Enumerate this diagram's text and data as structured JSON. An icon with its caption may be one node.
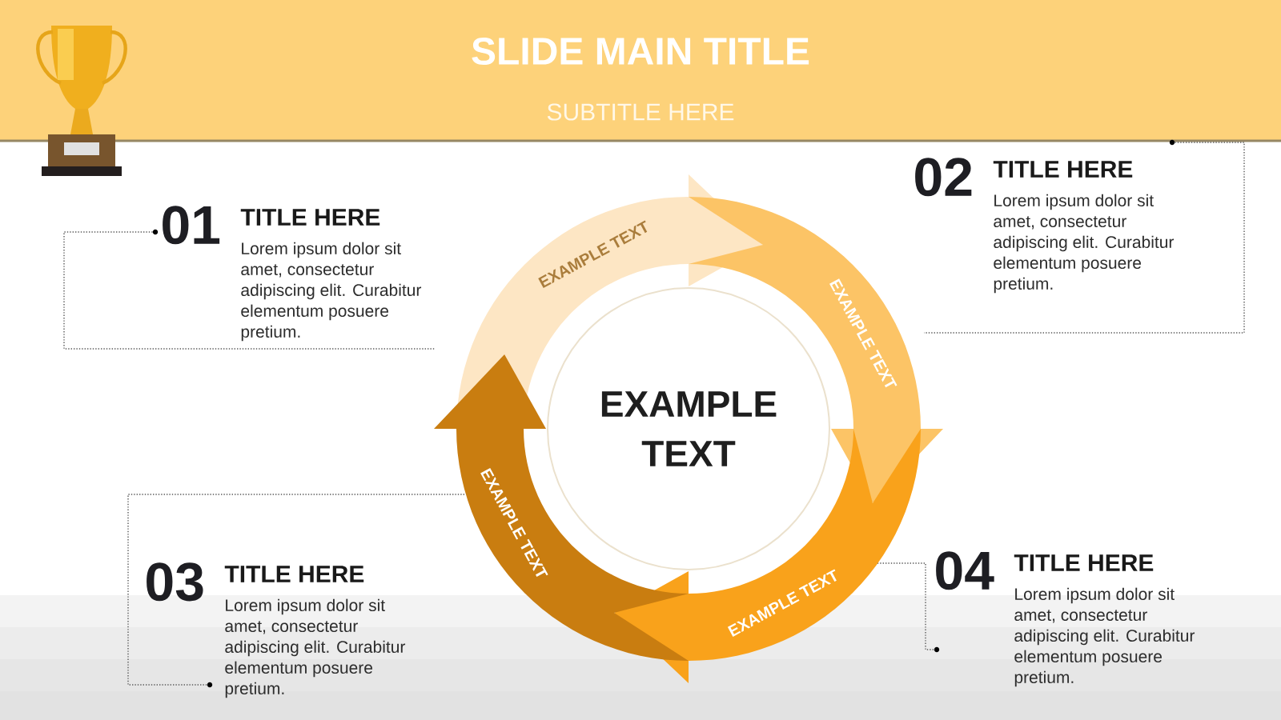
{
  "diagram": {
    "title": "SLIDE MAIN TITLE",
    "caption": "SUBTITLE HERE",
    "nodes": [
      {
        "text": [
          "EXAMPLE TEXT"
        ]
      },
      {
        "text": [
          "EXAMPLE TEXT"
        ]
      },
      {
        "text": [
          "EXAMPLE TEXT"
        ]
      },
      {
        "text": [
          "EXAMPLE TEXT"
        ]
      },
      {
        "text": [
          "EXAMPLE TEXT"
        ]
      },
      {
        "text": [
          "01",
          "TITLE HERE",
          "Lorem ipsum dolor sit amet, consectetur adipiscing elit. Curabitur elementum posuere pretium."
        ]
      },
      {
        "text": [
          "02",
          "TITLE HERE",
          "Lorem ipsum dolor sit amet, consectetur adipiscing elit. Curabitur elementum posuere pretium."
        ]
      },
      {
        "text": [
          "03",
          "TITLE HERE",
          "Lorem ipsum dolor sit amet, consectetur adipiscing elit. Curabitur elementum posuere pretium."
        ]
      },
      {
        "text": [
          "04",
          "TITLE HERE",
          "Lorem ipsum dolor sit amet, consectetur adipiscing elit. Curabitur elementum posuere pretium."
        ]
      }
    ]
  }
}
